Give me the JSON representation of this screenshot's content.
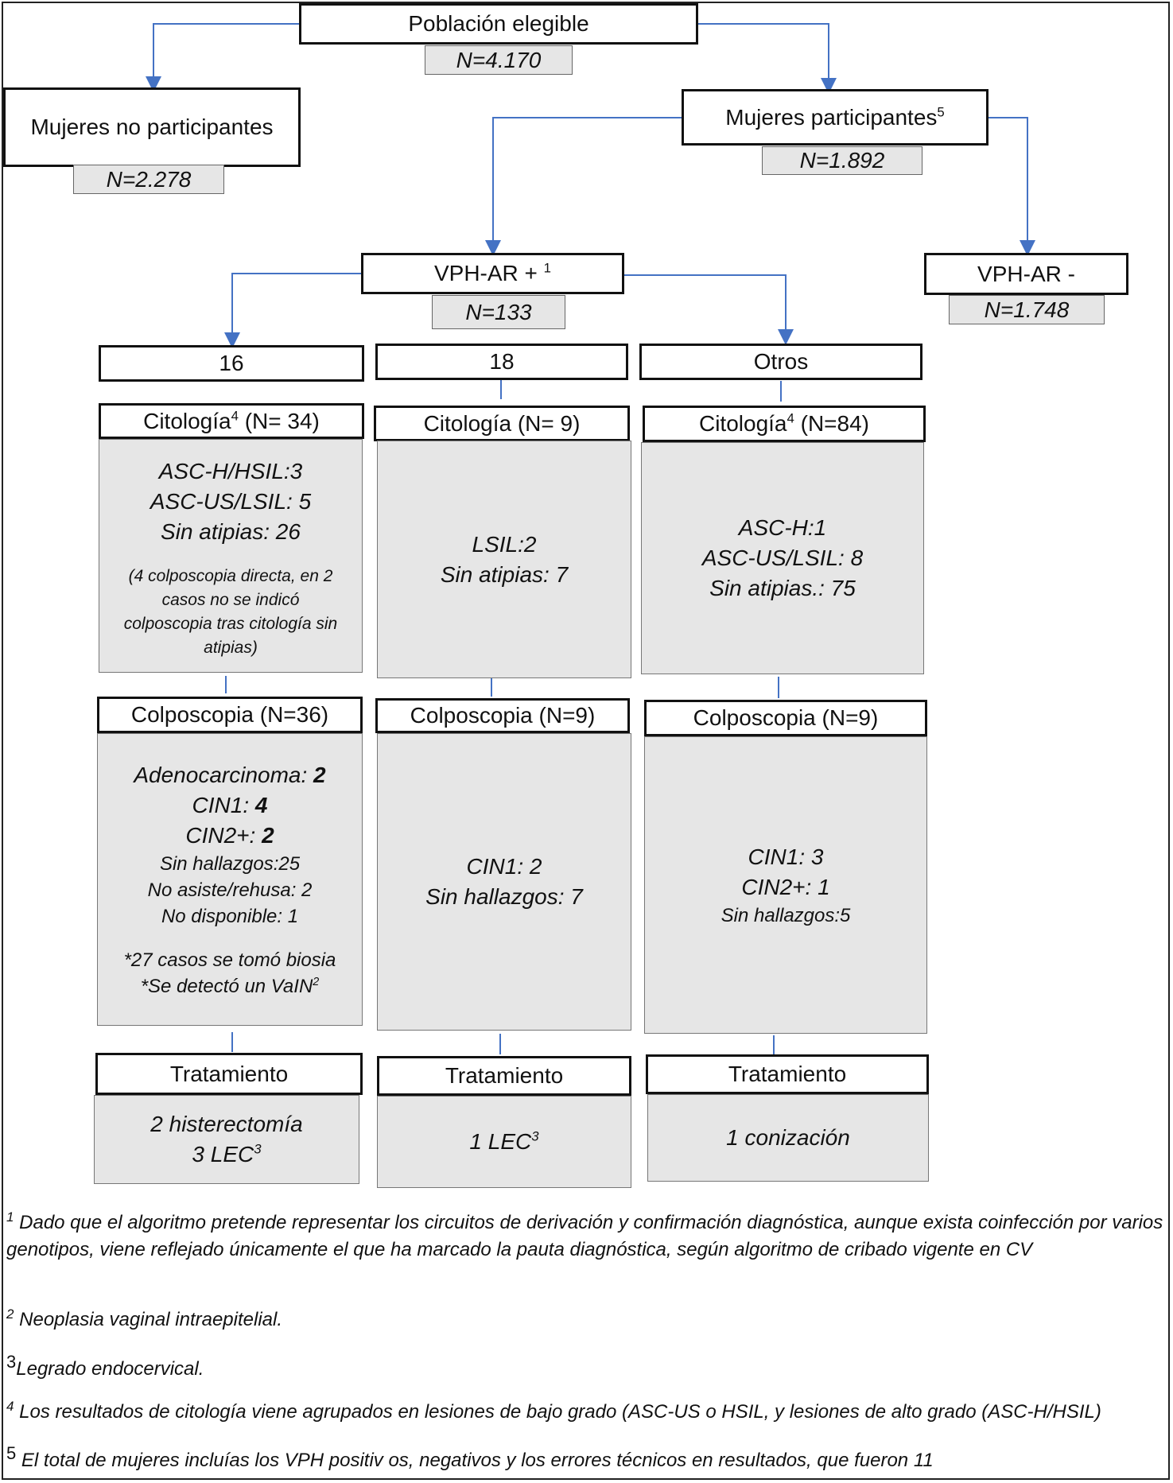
{
  "colors": {
    "connector": "#4472c4",
    "box_fill": "#e6e6e6",
    "border": "#111111"
  },
  "top": {
    "label": "Población elegible",
    "n": "N=4.170"
  },
  "non_participants": {
    "label": "Mujeres no participantes",
    "n": "N=2.278"
  },
  "participants": {
    "label": "Mujeres participantes",
    "sup": "5",
    "n": "N=1.892"
  },
  "hpv_pos": {
    "label": "VPH-AR + ",
    "sup": "1",
    "n": "N=133"
  },
  "hpv_neg": {
    "label": "VPH-AR -",
    "n": "N=1.748"
  },
  "genotypes": [
    {
      "label": "16",
      "cyto_header": "Citología",
      "cyto_sup": "4",
      "cyto_n": " (N= 34)",
      "cyto_lines": [
        "ASC-H/HSIL:3",
        "ASC-US/LSIL: 5",
        "Sin atipias: 26"
      ],
      "cyto_note": [
        "(4 colposcopia directa, en 2",
        "casos no se indicó",
        "colposcopia  tras citología sin",
        "atipias)"
      ],
      "colpo_header": "Colposcopia (N=36)",
      "colpo_lines": [
        {
          "text": "Adenocarcinoma:  ",
          "value": "2"
        },
        {
          "text": "CIN1: ",
          "value": "4"
        },
        {
          "text": "CIN2+: ",
          "value": "2"
        }
      ],
      "colpo_small": [
        "Sin hallazgos:25",
        "No asiste/rehusa:  2",
        "No disponible: 1"
      ],
      "colpo_notes": [
        "*27 casos se tomó biosia",
        "*Se detectó un VaIN"
      ],
      "colpo_note_sup": "2",
      "treat_header": "Tratamiento",
      "treat_lines": [
        "2 histerectomía",
        "3 LEC"
      ],
      "treat_sup": "3"
    },
    {
      "label": "18",
      "cyto_header": "Citología (N= 9)",
      "cyto_lines": [
        "LSIL:2",
        "Sin atipias: 7"
      ],
      "colpo_header": "Colposcopia (N=9)",
      "colpo_lines": [
        "CIN1: 2",
        "Sin hallazgos: 7"
      ],
      "treat_header": "Tratamiento",
      "treat_lines": [
        "1 LEC"
      ],
      "treat_sup": "3"
    },
    {
      "label": "Otros",
      "cyto_header": "Citología",
      "cyto_sup": "4",
      "cyto_n": " (N=84)",
      "cyto_lines": [
        "ASC-H:1",
        "ASC-US/LSIL: 8",
        "Sin atipias.: 75"
      ],
      "colpo_header": "Colposcopia (N=9)",
      "colpo_lines": [
        "CIN1: 3",
        "CIN2+: 1"
      ],
      "colpo_small": [
        "Sin hallazgos:5"
      ],
      "treat_header": "Tratamiento",
      "treat_lines": [
        "1 conización"
      ]
    }
  ],
  "footnotes": [
    {
      "num": "1",
      "text": "Dado que el algoritmo pretende representar los circuitos de derivación y confirmación diagnóstica, aunque exista coinfección por varios genotipos, viene reflejado únicamente el que ha marcado la pauta diagnóstica, según algoritmo de cribado vigente en CV"
    },
    {
      "num": "2",
      "text": "Neoplasia vaginal intraepitelial."
    },
    {
      "num": "3",
      "text": "Legrado endocervical."
    },
    {
      "num": "4",
      "text": "Los resultados de citología viene agrupados en lesiones de bajo grado (ASC-US o HSIL, y lesiones de alto grado (ASC-H/HSIL)"
    },
    {
      "num": "5",
      "text": " El total de mujeres incluías los VPH positiv os, negativos y los errores técnicos en resultados, que fueron 11"
    }
  ]
}
